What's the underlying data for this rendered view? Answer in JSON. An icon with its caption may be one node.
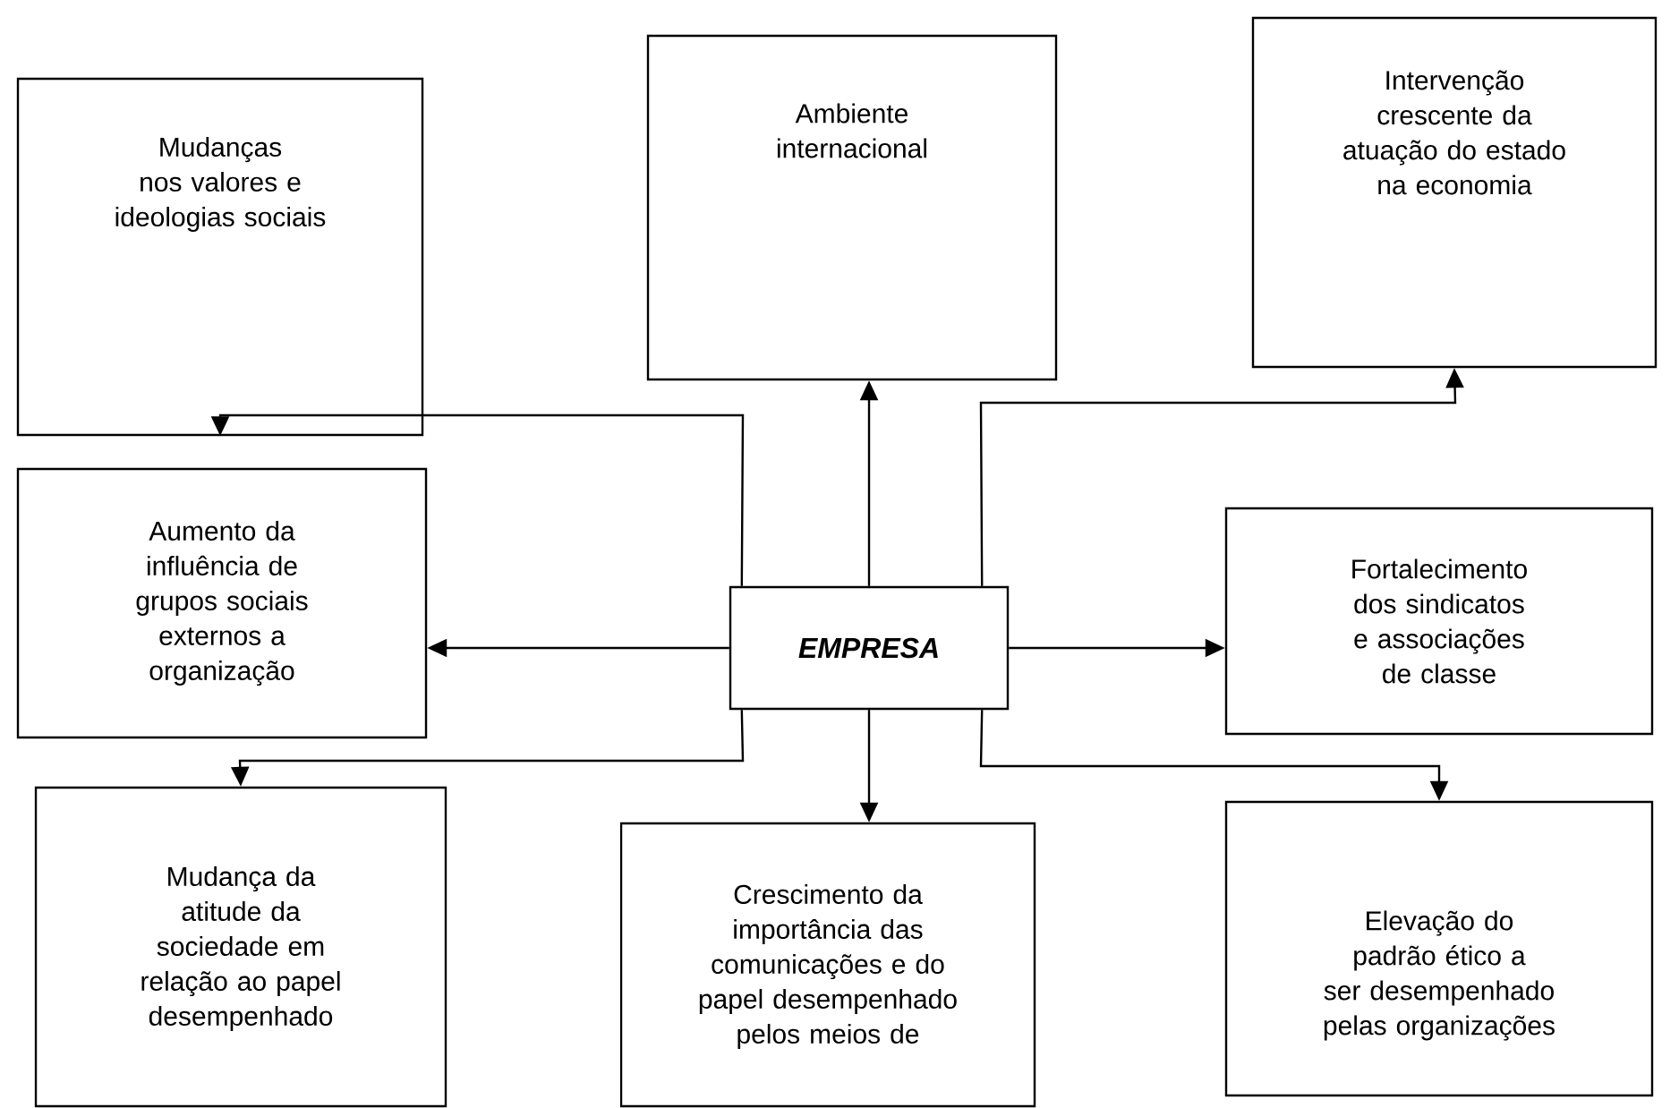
{
  "diagram": {
    "nodes": [
      {
        "text": [
          "EMPRESA"
        ]
      },
      {
        "text": [
          "Mudanças nos valores e ideologias sociais"
        ]
      },
      {
        "text": [
          "Ambiente internacional"
        ]
      },
      {
        "text": [
          "Intervenção crescente da atuação do estado na economia"
        ]
      },
      {
        "text": [
          "Aumento da influência de grupos sociais externos a organização"
        ]
      },
      {
        "text": [
          "Fortalecimento dos sindicatos e associações de classe"
        ]
      },
      {
        "text": [
          "Mudança da atitude da sociedade em relação ao papel desempenhado"
        ]
      },
      {
        "text": [
          "Crescimento da importância das comunicações e do papel desempenhado pelos meios de"
        ]
      },
      {
        "text": [
          "Elevação do padrão ético a ser desempenhado pelas organizações"
        ]
      }
    ],
    "edges": [
      {
        "from": 0,
        "to": 1,
        "arrow": "to"
      },
      {
        "from": 0,
        "to": 2,
        "arrow": "to"
      },
      {
        "from": 0,
        "to": 3,
        "arrow": "to"
      },
      {
        "from": 0,
        "to": 4,
        "arrow": "to"
      },
      {
        "from": 0,
        "to": 5,
        "arrow": "to"
      },
      {
        "from": 0,
        "to": 6,
        "arrow": "to"
      },
      {
        "from": 0,
        "to": 7,
        "arrow": "to"
      },
      {
        "from": 0,
        "to": 8,
        "arrow": "to"
      }
    ]
  }
}
